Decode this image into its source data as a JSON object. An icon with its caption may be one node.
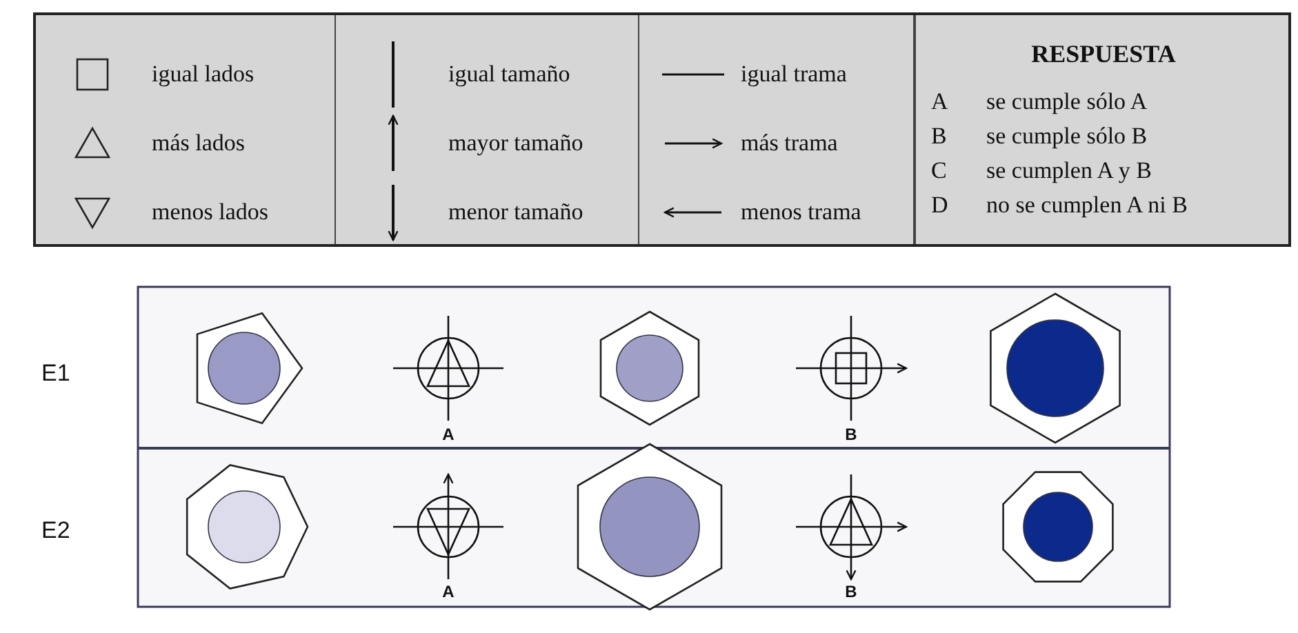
{
  "diagram": {
    "legend": [
      {
        "text": "igual lados"
      },
      {
        "text": "más lados"
      },
      {
        "text": "menos lados"
      },
      {
        "text": "igual tamaño"
      },
      {
        "text": "mayor tamaño"
      },
      {
        "text": "menor tamaño"
      },
      {
        "text": "igual trama"
      },
      {
        "text": "más trama"
      },
      {
        "text": "menos trama"
      }
    ],
    "labels": [
      "RESPUESTA",
      "A",
      "se cumple sólo A",
      "B",
      "se cumple sólo B",
      "C",
      "se cumplen  A y B",
      "D",
      "no se cumplen A ni B",
      "E1",
      "A",
      "B",
      "E2",
      "A",
      "B"
    ]
  }
}
